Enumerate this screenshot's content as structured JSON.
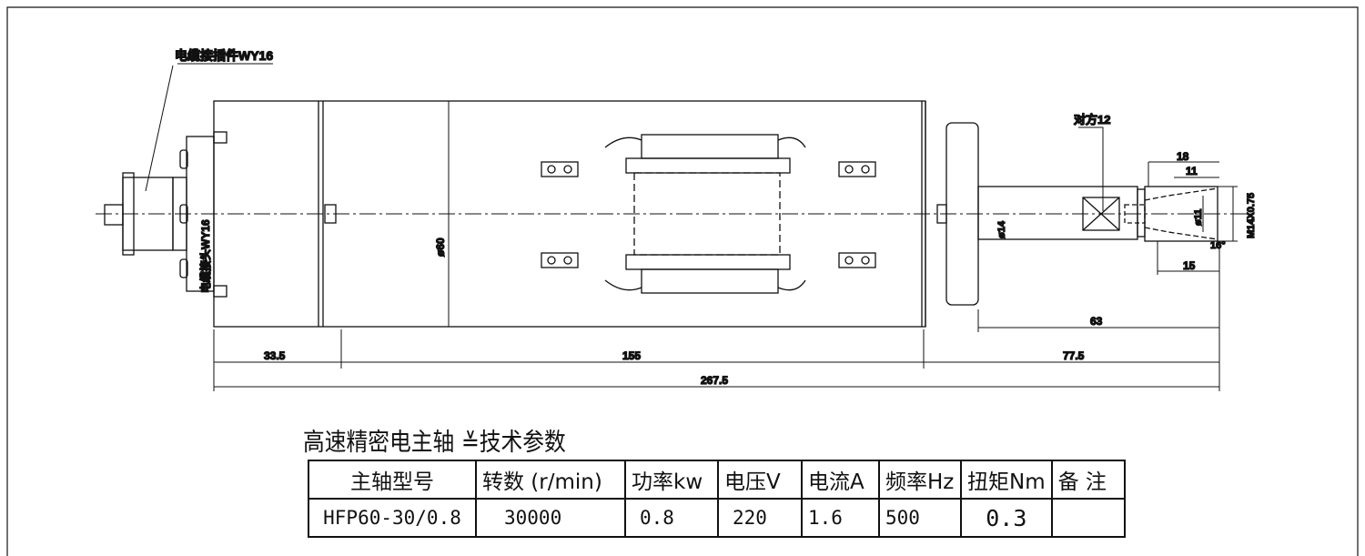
{
  "labels": {
    "cable_connector": "电缆接插件WY16",
    "cable_head": "电缆接头WY16",
    "square": "对方12",
    "dia60": "ø60",
    "dia14": "ø14",
    "dia11": "ø11",
    "thread": "M14X0.75",
    "angle": "16°"
  },
  "dimensions": {
    "d18": "18",
    "d11": "11",
    "d15": "15",
    "d63": "63",
    "d33_5": "33.5",
    "d155": "155",
    "d77_5": "77.5",
    "d267_5": "267.5"
  },
  "spec": {
    "title": "高速精密电主轴 ≚技术参数",
    "headers": [
      "主轴型号",
      "转数 (r/min)",
      "功率kw",
      "电压V",
      "电流A",
      "频率Hz",
      "扭矩Nm",
      "备 注"
    ],
    "values": [
      "HFP60-30/0.8",
      "30000",
      "0.8",
      "220",
      "1.6",
      "500",
      "0.3",
      ""
    ]
  }
}
